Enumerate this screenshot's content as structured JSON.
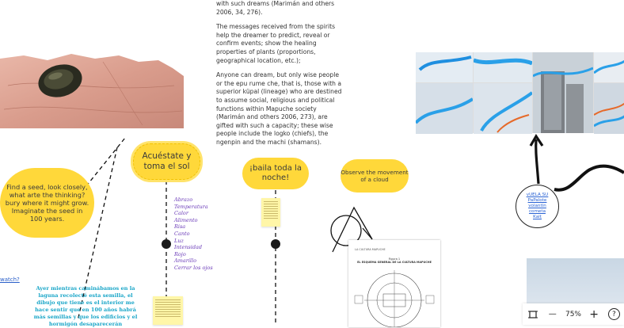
{
  "article": {
    "p1": "with such dreams (Marimán and others 2006, 34, 276).",
    "p2": "The messages received from the spirits help the dreamer to predict, reveal or confirm events; show the healing properties of plants (proportions, geographical location, etc.);",
    "p3": "Anyone can dream, but only wise people or the epu rume che, that is, those with a superior küpal (lineage) who are destined to assume social, religious and political functions within Mapuche society (Marimán and others 2006, 273), are gifted with such a capacity; these wise people include the logko (chiefs), the ngenpin and the machi (shamans)."
  },
  "bubbles": {
    "find": "Find a seed, look closely, what arte the thinking?bury where it might grow. Imaginate the seed in 100 years.",
    "acuestate": "Acuéstate y toma el sol",
    "baila": "¡baila toda la noche!",
    "observe": "Observe the movement of a cloud"
  },
  "word_list": [
    "Abrazo",
    "Temperatura",
    "Calor",
    "Alimento",
    "Risa",
    "Canto",
    "Luz",
    "Intensidad",
    "Rojo",
    "Amarillo",
    "Cerrar los ojos"
  ],
  "teal_text": "Ayer mientras caminábamos en la laguna recolecté esta semilla, el dibujo que tiene es el interior me hace sentir que en 100 años habrá más semillas y que los edificios y el hormigón desaparecerán",
  "watch_link": "watch?",
  "circle_links": [
    "vUELA SU",
    "PaPalote",
    "volantín",
    "cometa",
    "Kaiț"
  ],
  "document": {
    "header": "LA CULTURA MAPUCHE",
    "figure_label": "Figura 1",
    "figure_title": "EL ESQUEMA GENERAL DE LA CULTURA MAPUCHE"
  },
  "toolbar": {
    "zoom": "75%",
    "minus": "—",
    "plus": "+",
    "help": "?"
  },
  "colors": {
    "bubble_yellow": "#ffd83a",
    "word_purple": "#6a3ab8",
    "teal": "#1aa6c8",
    "link_blue": "#2a63d4"
  },
  "icons": [
    "fit-screen-icon",
    "zoom-out-icon",
    "zoom-in-icon",
    "help-icon",
    "arrow-up-icon"
  ]
}
